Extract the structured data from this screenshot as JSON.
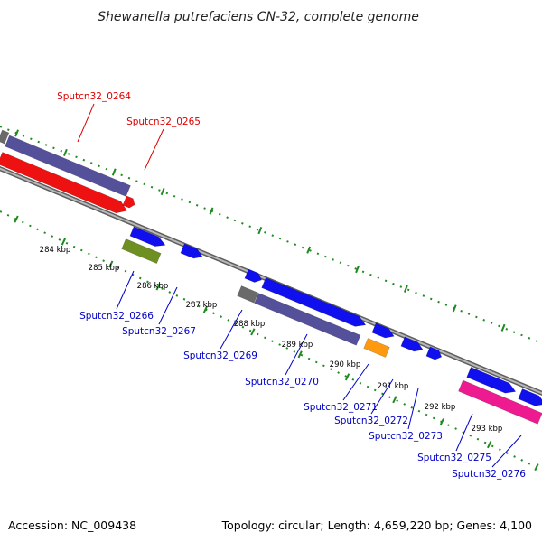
{
  "title": "Shewanella putrefaciens CN-32, complete genome",
  "footer": {
    "accession": "Accession: NC_009438",
    "summary": "Topology: circular; Length: 4,659,220 bp; Genes: 4,100"
  },
  "colors": {
    "backbone": "#8c8c8c",
    "tick": "#1f8a1f",
    "top_label": "#dd0000",
    "bottom_label": "#0000c8",
    "blue": "#1010ee",
    "purple": "#55509a",
    "red": "#ee1111",
    "green": "#6e8f22",
    "orange": "#ff9a10",
    "magenta": "#ee1a90",
    "grey": "#6a6a6a"
  },
  "ticks": [
    "284 kbp",
    "285 kbp",
    "286 kbp",
    "287 kbp",
    "288 kbp",
    "289 kbp",
    "290 kbp",
    "291 kbp",
    "292 kbp",
    "293 kbp"
  ],
  "top_labels": [
    "Sputcn32_0264",
    "Sputcn32_0265"
  ],
  "bottom_labels": [
    "Sputcn32_0266",
    "Sputcn32_0267",
    "Sputcn32_0269",
    "Sputcn32_0270",
    "Sputcn32_0271",
    "Sputcn32_0272",
    "Sputcn32_0273",
    "Sputcn32_0275",
    "Sputcn32_0276"
  ]
}
